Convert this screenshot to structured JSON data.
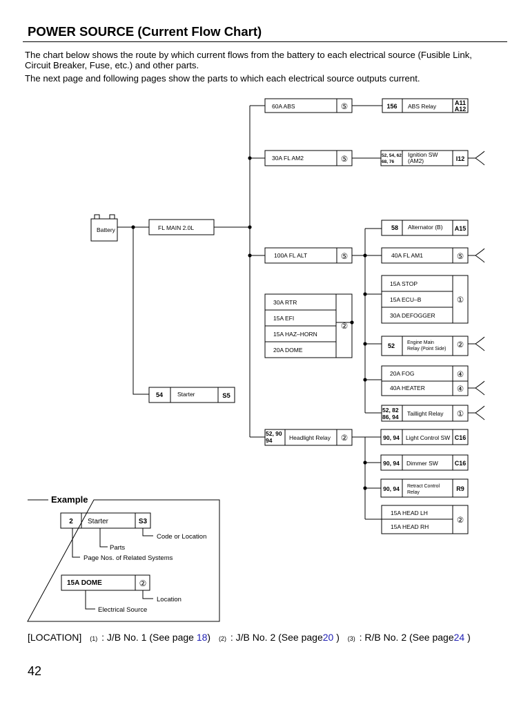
{
  "title": "POWER SOURCE (Current Flow Chart)",
  "intro": {
    "line1": "The chart below shows the route by which current flows from the battery to each electrical source (Fusible Link,",
    "line2": "Circuit Breaker, Fuse, etc.) and other parts.",
    "line3": "The next page and following pages show the parts to which each electrical source outputs current."
  },
  "diagram": {
    "battery": "Battery",
    "main_fuse": "FL MAIN 2.0L",
    "abs_fuse": "60A ABS",
    "abs_loc": "⑤",
    "abs_relay_pages": "156",
    "abs_relay": "ABS Relay",
    "abs_relay_code1": "A11",
    "abs_relay_code2": "A12",
    "am2_fuse": "30A FL AM2",
    "am2_loc": "⑤",
    "ign_pages1": "52, 54, 62",
    "ign_pages2": "68, 76",
    "ign_label1": "Ignition SW",
    "ign_label2": "(AM2)",
    "ign_code": "I12",
    "alt_fuse": "100A FL ALT",
    "alt_loc": "⑤",
    "alternator_pages": "58",
    "alternator": "Alternator (B)",
    "alternator_code": "A15",
    "am1_fuse": "40A FL AM1",
    "am1_loc": "⑤",
    "jb1_fuses": [
      "15A STOP",
      "15A ECU–B",
      "30A DEFOGGER"
    ],
    "jb1_loc": "①",
    "jb2_fuses": [
      "30A RTR",
      "15A EFI",
      "15A HAZ–HORN",
      "20A DOME"
    ],
    "jb2_loc": "②",
    "emr_pages": "52",
    "emr_label1": "Engine Main",
    "emr_label2": "Relay (Point Side)",
    "emr_loc": "②",
    "fog": "20A FOG",
    "fog_loc": "④",
    "heater": "40A HEATER",
    "heater_loc": "④",
    "tail_pages1": "52, 82",
    "tail_pages2": "86, 94",
    "tail_label": "Taillight Relay",
    "tail_loc": "①",
    "starter_pages": "54",
    "starter": "Starter",
    "starter_code": "S5",
    "head_pages1": "52, 90",
    "head_pages2": "94",
    "head_label": "Headlight Relay",
    "head_loc": "②",
    "lcs_pages": "90, 94",
    "lcs_label": "Light Control SW",
    "lcs_code": "C16",
    "dim_pages": "90, 94",
    "dim_label": "Dimmer SW",
    "dim_code": "C16",
    "rcr_pages": "90, 94",
    "rcr_label1": "Retract Control",
    "rcr_label2": "Relay",
    "rcr_code": "R9",
    "head_fuses": [
      "15A HEAD LH",
      "15A HEAD RH"
    ],
    "head_fuses_loc": "②"
  },
  "example": {
    "title": "Example",
    "pages": "2",
    "part": "Starter",
    "code": "S3",
    "code_caption": "Code or Location",
    "parts_caption": "Parts",
    "pages_caption": "Page Nos. of Related Systems",
    "source": "15A DOME",
    "source_loc": "②",
    "location_caption": "Location",
    "source_caption": "Electrical Source"
  },
  "location": {
    "label": "[LOCATION]",
    "items": [
      {
        "num": "(1)",
        "text": ": J/B No. 1 (See page",
        "page": "18",
        "close": ")"
      },
      {
        "num": "(2)",
        "text": ": J/B No. 2 (See page",
        "page": "20",
        "close": ")"
      },
      {
        "num": "(3)",
        "text": ": R/B No. 2 (See page",
        "page": "24",
        "close": ")"
      }
    ]
  },
  "page_number": "42"
}
